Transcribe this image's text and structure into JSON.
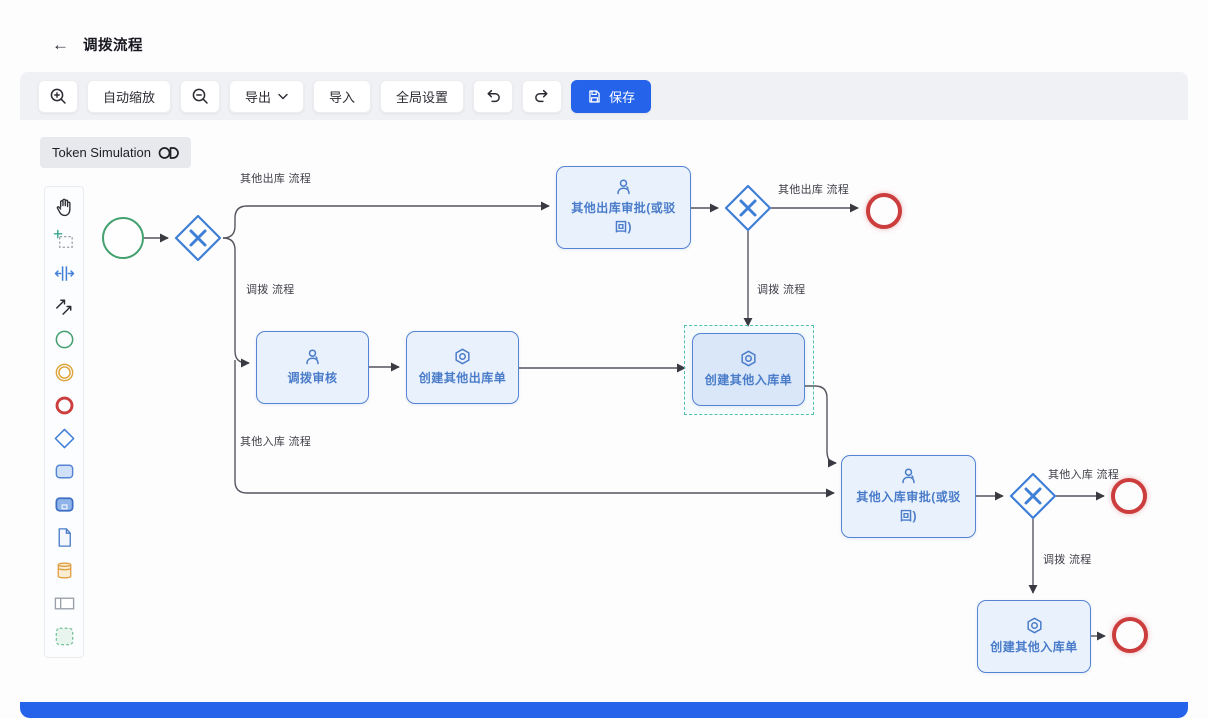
{
  "header": {
    "back_icon": "←",
    "title": "调拨流程"
  },
  "toolbar": {
    "auto_zoom": "自动缩放",
    "export": "导出",
    "import": "导入",
    "global_settings": "全局设置",
    "save": "保存",
    "icons": [
      "zoom-in-icon",
      "zoom-out-icon",
      "chevron-down-icon",
      "undo-icon",
      "redo-icon",
      "save-icon"
    ]
  },
  "token_simulation": {
    "label": "Token Simulation",
    "toggle_icon": "toggle-switch-icon"
  },
  "palette": {
    "items": [
      {
        "name": "hand-tool"
      },
      {
        "name": "lasso-tool"
      },
      {
        "name": "space-tool"
      },
      {
        "name": "global-connect-tool"
      },
      {
        "name": "create-start-event"
      },
      {
        "name": "create-intermediate-event"
      },
      {
        "name": "create-end-event"
      },
      {
        "name": "create-exclusive-gateway"
      },
      {
        "name": "create-task"
      },
      {
        "name": "create-call-activity"
      },
      {
        "name": "create-data-object"
      },
      {
        "name": "create-data-store"
      },
      {
        "name": "create-participant"
      },
      {
        "name": "create-group"
      }
    ]
  },
  "diagram": {
    "nodes": {
      "start_event": {
        "type": "start-event"
      },
      "gateway_1": {
        "type": "exclusive-gateway"
      },
      "task_outbound_approval": {
        "type": "user-task",
        "label": "其他出库审批(或驳回)"
      },
      "gateway_2": {
        "type": "exclusive-gateway"
      },
      "end_event_1": {
        "type": "end-event"
      },
      "task_transfer_review": {
        "type": "user-task",
        "label": "调拨审核"
      },
      "task_create_outbound_order": {
        "type": "service-task",
        "label": "创建其他出库单"
      },
      "task_create_inbound_order": {
        "type": "service-task",
        "label": "创建其他入库单",
        "selected": true
      },
      "task_inbound_approval": {
        "type": "user-task",
        "label": "其他入库审批(或驳回)"
      },
      "gateway_3": {
        "type": "exclusive-gateway"
      },
      "end_event_2": {
        "type": "end-event"
      },
      "task_create_inbound_order_2": {
        "type": "service-task",
        "label": "创建其他入库单"
      },
      "end_event_3": {
        "type": "end-event"
      }
    },
    "edge_labels": {
      "gw1_outbound": "其他出库 流程",
      "gw1_transfer": "调拨 流程",
      "gw1_inbound": "其他入库 流程",
      "gw2_outbound": "其他出库 流程",
      "gw2_transfer": "调拨 流程",
      "gw3_inbound": "其他入库 流程",
      "gw3_transfer": "调拨 流程"
    }
  },
  "colors": {
    "accent_blue": "#2563eb",
    "task_fill": "#e9f1fc",
    "task_border": "#5584d4",
    "task_text": "#4a7cc9",
    "start_event_green": "#44a06f",
    "end_event_red": "#cc3d3d",
    "gateway_blue": "#3f7fd6",
    "selection_teal": "#52c0ae",
    "toolbar_bg": "#f0f1f4"
  }
}
